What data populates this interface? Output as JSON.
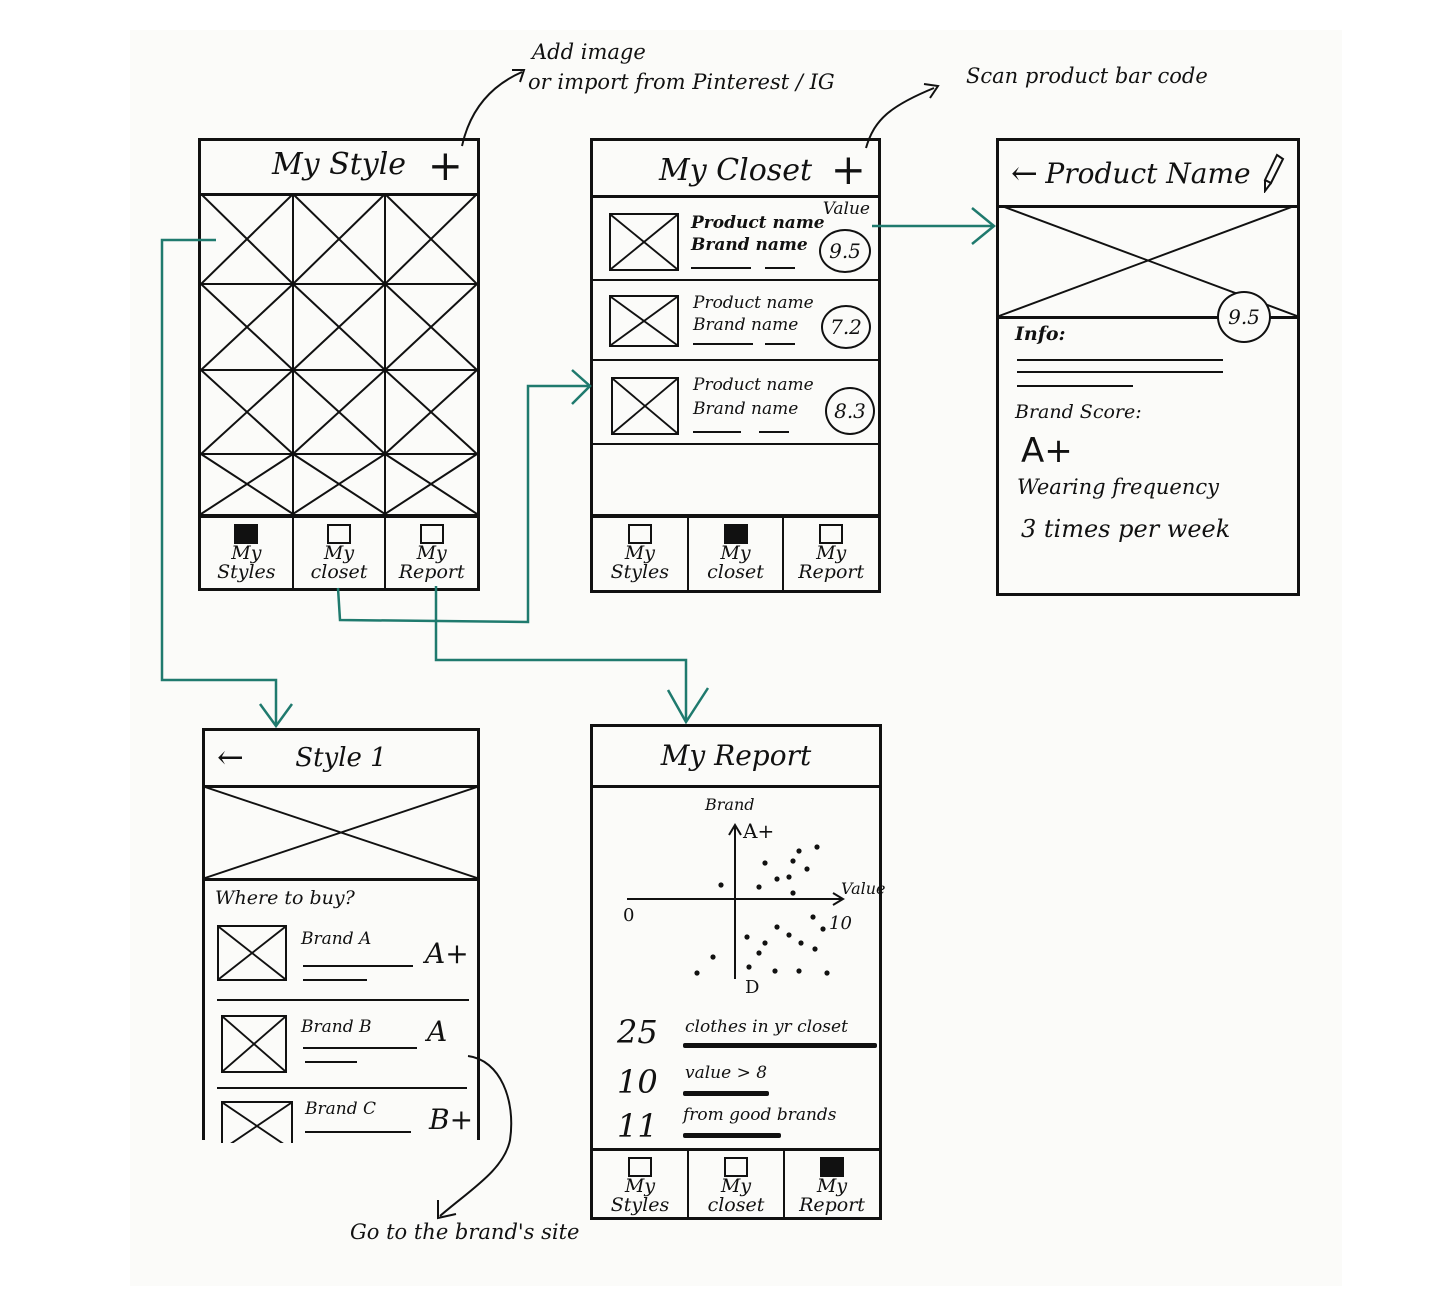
{
  "annotations": {
    "add_image": "Add image",
    "import": "or import from Pinterest / IG",
    "scan": "Scan product bar code",
    "go_to_site": "Go to the brand's site"
  },
  "tabs": {
    "styles": "My\nStyles",
    "closet": "My\ncloset",
    "report": "My\nReport"
  },
  "my_style": {
    "title": "My Style",
    "add": "+"
  },
  "my_closet": {
    "title": "My Closet",
    "add": "+",
    "value_header": "Value",
    "items": [
      {
        "product": "Product name",
        "brand": "Brand name",
        "value": "9.5"
      },
      {
        "product": "Product name",
        "brand": "Brand name",
        "value": "7.2"
      },
      {
        "product": "Product name",
        "brand": "Brand name",
        "value": "8.3"
      }
    ]
  },
  "product_detail": {
    "title": "Product Name",
    "back": "←",
    "edit_icon": "pencil-icon",
    "score": "9.5",
    "info_label": "Info:",
    "brand_score_label": "Brand Score:",
    "brand_score": "A+",
    "frequency_label": "Wearing frequency",
    "frequency": "3 times per week"
  },
  "style_detail": {
    "title": "Style 1",
    "back": "←",
    "where_to_buy": "Where to buy?",
    "brands": [
      {
        "name": "Brand A",
        "grade": "A+"
      },
      {
        "name": "Brand B",
        "grade": "A"
      },
      {
        "name": "Brand C",
        "grade": "B+"
      }
    ]
  },
  "my_report": {
    "title": "My Report",
    "stats": [
      {
        "number": "25",
        "label": "clothes in yr closet"
      },
      {
        "number": "10",
        "label": "value > 8"
      },
      {
        "number": "11",
        "label": "from good brands"
      }
    ],
    "chart_data": {
      "type": "scatter",
      "title": "",
      "ylabel": "Brand",
      "xlabel": "Value",
      "y_top_label": "A+",
      "y_bottom_label": "D",
      "x_min_label": "0",
      "x_max_label": "10"
    }
  },
  "colors": {
    "ink": "#111111",
    "arrow": "#1f7a6e",
    "paper": "#fbfbf9"
  }
}
